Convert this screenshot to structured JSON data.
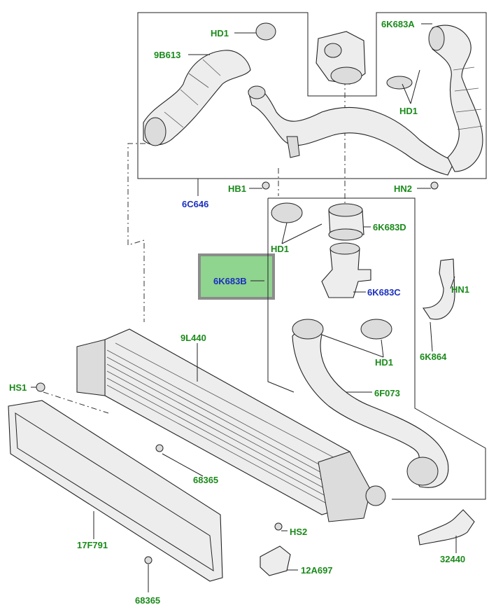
{
  "colors": {
    "label_green": "#1a8a1a",
    "label_blue": "#1a2fbf",
    "highlight_fill": "#8fd48f",
    "highlight_border": "#8c8c8c"
  },
  "labels": {
    "hd1_top": "HD1",
    "p9b613": "9B613",
    "p6k683a": "6K683A",
    "hd1_right": "HD1",
    "hb1": "HB1",
    "hn2": "HN2",
    "p6c646": "6C646",
    "hd1_mid": "HD1",
    "p6k683d": "6K683D",
    "p6k683b": "6K683B",
    "p6k683c": "6K683C",
    "hn1": "HN1",
    "p9l440": "9L440",
    "hd1_low": "HD1",
    "p6k864": "6K864",
    "hs1": "HS1",
    "p6f073": "6F073",
    "p68365_a": "68365",
    "hs2": "HS2",
    "p17f791": "17F791",
    "p12a697": "12A697",
    "p32440": "32440",
    "p68365_b": "68365"
  }
}
